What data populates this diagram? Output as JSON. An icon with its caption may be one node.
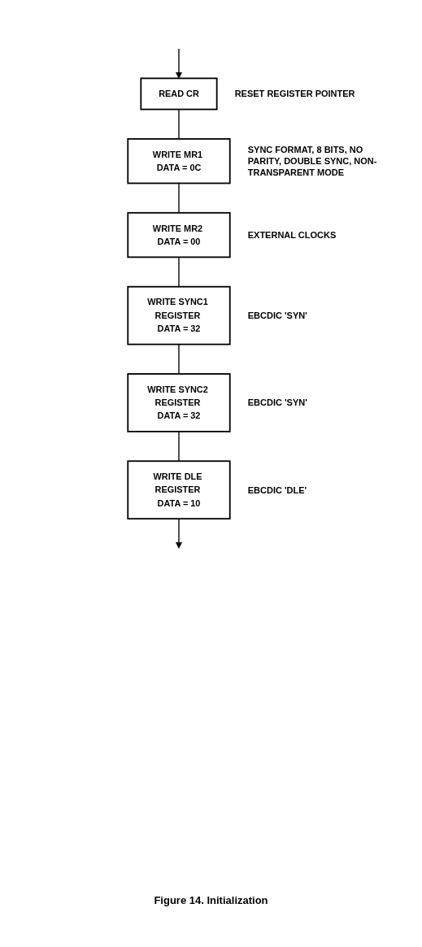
{
  "diagram": {
    "caption": "Figure 14. Initialization",
    "nodes": [
      {
        "text": [
          "READ CR"
        ],
        "beside": [
          "RESET REGISTER POINTER"
        ]
      },
      {
        "text": [
          "WRITE MR1 DATA = 0C"
        ],
        "beside": [
          "SYNC FORMAT, 8 BITS, NO PARITY, DOUBLE SYNC, NON-TRANSPARENT MODE"
        ]
      },
      {
        "text": [
          "WRITE MR2 DATA = 00"
        ],
        "beside": [
          "EXTERNAL CLOCKS"
        ]
      },
      {
        "text": [
          "WRITE SYNC1 REGISTER DATA = 32"
        ],
        "beside": [
          "EBCDIC 'SYN'"
        ]
      },
      {
        "text": [
          "WRITE SYNC2 REGISTER DATA = 32"
        ],
        "beside": [
          "EBCDIC 'SYN'"
        ]
      },
      {
        "text": [
          "WRITE DLE REGISTER DATA = 10"
        ],
        "beside": [
          "EBCDIC 'DLE'"
        ]
      }
    ],
    "edges": [
      {
        "from": null,
        "to": 0,
        "arrow": "to"
      },
      {
        "from": 0,
        "to": 1,
        "arrow": "none"
      },
      {
        "from": 1,
        "to": 2,
        "arrow": "none"
      },
      {
        "from": 2,
        "to": 3,
        "arrow": "none"
      },
      {
        "from": 3,
        "to": 4,
        "arrow": "none"
      },
      {
        "from": 4,
        "to": 5,
        "arrow": "none"
      },
      {
        "from": 5,
        "to": null,
        "arrow": "to"
      }
    ]
  }
}
